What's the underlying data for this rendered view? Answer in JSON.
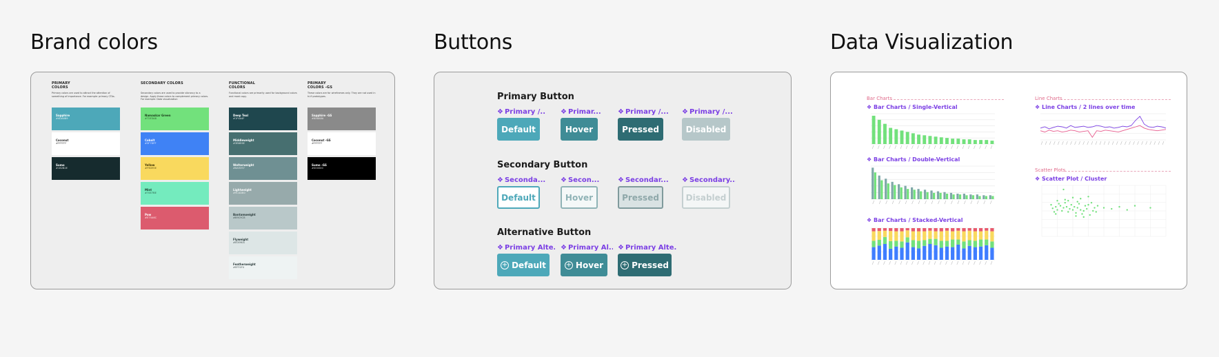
{
  "sections": {
    "brand": "Brand colors",
    "buttons": "Buttons",
    "dataviz": "Data Visualization"
  },
  "brand": {
    "columns": [
      {
        "title": "PRIMARY\nCOLORS",
        "desc": "Primary colors are used to attract the attention of something of importance. For example: primary CTAs.",
        "swatches": [
          {
            "name": "Sapphire",
            "hex": "#4DA8B9",
            "color": "#4DA8B9",
            "text": "#ffffff"
          },
          {
            "name": "Coconut",
            "hex": "#FFFFFF",
            "color": "#FFFFFF",
            "text": "#222222"
          },
          {
            "name": "Sumo",
            "hex": "#162B2E",
            "color": "#162B2E",
            "text": "#ffffff"
          }
        ]
      },
      {
        "title": "SECONDARY COLORS",
        "desc": "Secondary colors are used to provide vibrancy to a design. Apply these colors to complement primary colors. For example: Data visualization",
        "swatches": [
          {
            "name": "Namaskar Green",
            "hex": "#72E3A8",
            "color": "#72E17C",
            "text": "#1a3a1a"
          },
          {
            "name": "Cobalt",
            "hex": "#3F7DFF",
            "color": "#3F82F5",
            "text": "#ffffff"
          },
          {
            "name": "Yellow",
            "hex": "#F9D95E",
            "color": "#F9D95E",
            "text": "#3a3000"
          },
          {
            "name": "Mint",
            "hex": "#74E7BE",
            "color": "#74EBBE",
            "text": "#1a3a2a"
          },
          {
            "name": "Pow",
            "hex": "#E75A6C",
            "color": "#DC5B6E",
            "text": "#ffffff"
          }
        ]
      },
      {
        "title": "FUNCTIONAL\nCOLORS",
        "desc": "Functional colors are primarily used for background colors and most copy.",
        "swatches": [
          {
            "name": "Deep Teal",
            "hex": "#1F4A4F",
            "color": "#1F474E",
            "text": "#ffffff"
          },
          {
            "name": "Middleweight",
            "hex": "#3B6E6E",
            "color": "#476F70",
            "text": "#ffffff"
          },
          {
            "name": "Welterweight",
            "hex": "#6A9397",
            "color": "#6F9093",
            "text": "#ffffff"
          },
          {
            "name": "Lightweight",
            "hex": "#9CADB0",
            "color": "#97AAAB",
            "text": "#ffffff"
          },
          {
            "name": "Bantamweight",
            "hex": "#B9C9CB",
            "color": "#B9C8C9",
            "text": "#2a3a3a"
          },
          {
            "name": "Flyweight",
            "hex": "#E0E9EA",
            "color": "#DDE6E6",
            "text": "#2a3a3a"
          },
          {
            "name": "Featherweight",
            "hex": "#EFF4F4",
            "color": "#EEF3F3",
            "text": "#2a3a3a"
          }
        ]
      },
      {
        "title": "PRIMARY\nCOLORS -GS",
        "desc": "These colors are for wireframes only. They are not used in hi-fi prototypes.",
        "swatches": [
          {
            "name": "Sapphire -GS",
            "hex": "#8A8A8A",
            "color": "#8A8A8A",
            "text": "#ffffff"
          },
          {
            "name": "Coconut -GS",
            "hex": "#FFFFFF",
            "color": "#FFFFFF",
            "text": "#222222"
          },
          {
            "name": "Sumo -GS",
            "hex": "#000000",
            "color": "#000000",
            "text": "#ffffff"
          }
        ]
      }
    ]
  },
  "buttons": {
    "groups": [
      {
        "title": "Primary Button",
        "items": [
          {
            "caption": "Primary /...",
            "label": "Default",
            "style": "primary-default"
          },
          {
            "caption": "Primar...",
            "label": "Hover",
            "style": "primary-hover"
          },
          {
            "caption": "Primary /...",
            "label": "Pressed",
            "style": "primary-pressed"
          },
          {
            "caption": "Primary /...",
            "label": "Disabled",
            "style": "primary-disabled"
          }
        ]
      },
      {
        "title": "Secondary Button",
        "items": [
          {
            "caption": "Seconda...",
            "label": "Default",
            "style": "secondary-default"
          },
          {
            "caption": "Secon...",
            "label": "Hover",
            "style": "secondary-hover"
          },
          {
            "caption": "Secondar...",
            "label": "Pressed",
            "style": "secondary-pressed"
          },
          {
            "caption": "Secondary...",
            "label": "Disabled",
            "style": "secondary-disabled"
          }
        ]
      },
      {
        "title": "Alternative Button",
        "items": [
          {
            "caption": "Primary Alte...",
            "label": "Default",
            "style": "alt-default"
          },
          {
            "caption": "Primary Al...",
            "label": "Hover",
            "style": "alt-hover"
          },
          {
            "caption": "Primary Alte...",
            "label": "Pressed",
            "style": "alt-pressed"
          }
        ]
      }
    ],
    "colors": {
      "default": "#4DA8B9",
      "hover": "#3F8C96",
      "pressed": "#2E6C73",
      "disabled": "#B6C7C9",
      "caption": "#7B3FE4"
    }
  },
  "dataviz": {
    "tags": {
      "bar": "Bar Charts",
      "line": "Line Charts",
      "scatter": "Scatter Plots"
    },
    "titles": {
      "single": "Bar Charts / Single-Vertical",
      "double": "Bar Charts / Double-Vertical",
      "stacked": "Bar Charts / Stacked-Vertical",
      "line": "Line Charts / 2 lines over time",
      "scatter": "Scatter Plot / Cluster"
    },
    "colors": {
      "green": "#72E17C",
      "teal": "#7FA8A8",
      "blue": "#3F7DFF",
      "red": "#E75A6C",
      "yellow": "#F9D95E",
      "purple": "#7B3FE4",
      "pink": "#E75A8C"
    }
  },
  "chart_data": [
    {
      "type": "bar",
      "title": "Bar Charts / Single-Vertical",
      "values": [
        42,
        36,
        30,
        24,
        22,
        20,
        18,
        16,
        14,
        13,
        12,
        11,
        10,
        9,
        8,
        8,
        7,
        7,
        6,
        6,
        6,
        5
      ]
    },
    {
      "type": "bar",
      "title": "Bar Charts / Double-Vertical",
      "series": [
        {
          "values": [
            40,
            30,
            26,
            22,
            19,
            17,
            15,
            13,
            12,
            11,
            10,
            9,
            8,
            7,
            7,
            6,
            6,
            5,
            5
          ]
        },
        {
          "values": [
            34,
            24,
            20,
            18,
            15,
            13,
            12,
            10,
            9,
            8,
            8,
            7,
            6,
            6,
            5,
            5,
            4,
            4,
            4
          ]
        }
      ]
    },
    {
      "type": "bar",
      "title": "Bar Charts / Stacked-Vertical",
      "stacked": true,
      "series": [
        {
          "values": [
            40,
            45,
            50,
            35,
            42,
            38,
            55,
            40,
            36,
            44,
            50,
            46,
            38,
            42,
            40,
            48,
            36,
            44,
            40,
            42,
            46,
            38
          ]
        },
        {
          "values": [
            20,
            18,
            22,
            24,
            18,
            20,
            16,
            22,
            24,
            18,
            16,
            20,
            22,
            18,
            24,
            16,
            22,
            18,
            20,
            22,
            18,
            20
          ]
        },
        {
          "values": [
            30,
            28,
            20,
            32,
            30,
            32,
            22,
            28,
            30,
            28,
            26,
            24,
            30,
            32,
            26,
            28,
            32,
            30,
            30,
            26,
            28,
            32
          ]
        },
        {
          "values": [
            10,
            9,
            8,
            9,
            10,
            10,
            7,
            10,
            10,
            10,
            8,
            10,
            10,
            8,
            10,
            8,
            10,
            8,
            10,
            10,
            8,
            10
          ]
        }
      ]
    },
    {
      "type": "line",
      "title": "Line Charts / 2 lines over time",
      "series": [
        {
          "values": [
            18,
            20,
            17,
            19,
            21,
            20,
            18,
            22,
            19,
            20,
            21,
            19,
            20,
            22,
            21,
            19,
            20,
            18,
            19,
            21,
            20,
            22,
            30,
            36,
            24,
            20,
            19,
            21,
            20,
            18
          ]
        },
        {
          "values": [
            14,
            12,
            15,
            13,
            14,
            12,
            13,
            15,
            14,
            12,
            13,
            14,
            4,
            14,
            13,
            15,
            14,
            13,
            12,
            14,
            16,
            18,
            20,
            22,
            18,
            16,
            15,
            14,
            15,
            16
          ]
        }
      ]
    },
    {
      "type": "scatter",
      "title": "Scatter Plot / Cluster",
      "points": [
        [
          12,
          62
        ],
        [
          14,
          55
        ],
        [
          16,
          48
        ],
        [
          18,
          58
        ],
        [
          20,
          52
        ],
        [
          22,
          64
        ],
        [
          24,
          60
        ],
        [
          26,
          50
        ],
        [
          28,
          56
        ],
        [
          30,
          66
        ],
        [
          32,
          58
        ],
        [
          34,
          48
        ],
        [
          36,
          54
        ],
        [
          38,
          62
        ],
        [
          40,
          52
        ],
        [
          42,
          58
        ],
        [
          44,
          46
        ],
        [
          46,
          56
        ],
        [
          48,
          64
        ],
        [
          50,
          52
        ],
        [
          52,
          44
        ],
        [
          54,
          50
        ],
        [
          56,
          60
        ],
        [
          58,
          54
        ],
        [
          60,
          62
        ],
        [
          62,
          42
        ],
        [
          64,
          66
        ],
        [
          66,
          50
        ],
        [
          68,
          56
        ],
        [
          70,
          48
        ],
        [
          20,
          70
        ],
        [
          30,
          72
        ],
        [
          40,
          76
        ],
        [
          50,
          74
        ],
        [
          60,
          78
        ],
        [
          72,
          60
        ],
        [
          80,
          56
        ],
        [
          90,
          54
        ],
        [
          100,
          58
        ],
        [
          110,
          52
        ],
        [
          120,
          60
        ],
        [
          140,
          56
        ],
        [
          28,
          92
        ],
        [
          44,
          40
        ],
        [
          54,
          38
        ],
        [
          18,
          44
        ],
        [
          34,
          70
        ],
        [
          46,
          68
        ]
      ]
    }
  ]
}
